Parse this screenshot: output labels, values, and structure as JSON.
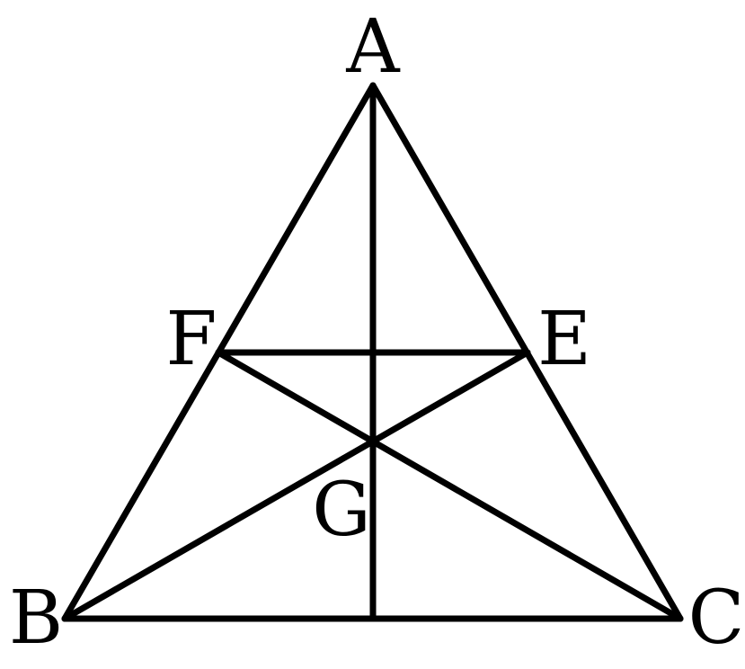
{
  "labels": {
    "A": "A",
    "B": "B",
    "C": "C",
    "E": "E",
    "F": "F",
    "G": "G"
  },
  "segments": [
    {
      "name": "segment-ab",
      "from": "A",
      "to": "B"
    },
    {
      "name": "segment-ac",
      "from": "A",
      "to": "C"
    },
    {
      "name": "segment-bc",
      "from": "B",
      "to": "C"
    },
    {
      "name": "segment-fe",
      "from": "F",
      "to": "E"
    },
    {
      "name": "segment-fc",
      "from": "F",
      "to": "C"
    },
    {
      "name": "segment-be",
      "from": "B",
      "to": "E"
    },
    {
      "name": "segment-a-median",
      "from": "A",
      "to": "M"
    }
  ],
  "colors": {
    "stroke": "#000000",
    "background": "#ffffff"
  }
}
